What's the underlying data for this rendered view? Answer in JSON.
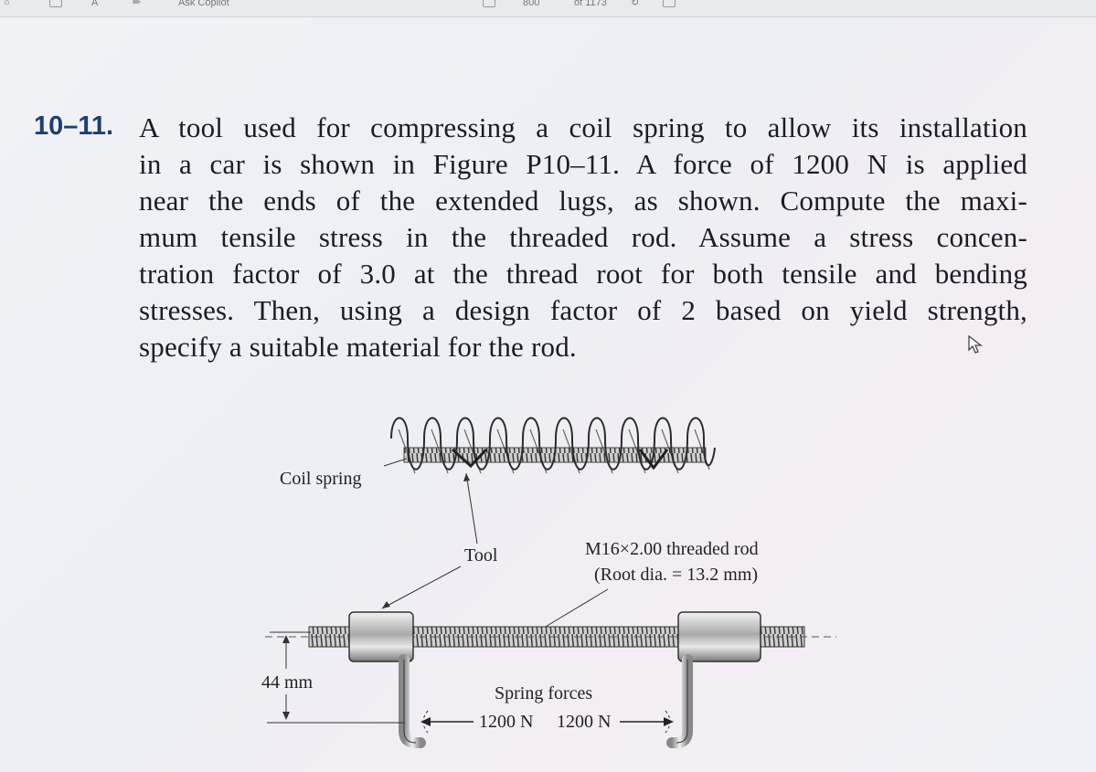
{
  "toolbar": {
    "copilot_label": "Ask Copilot",
    "zoom": "800",
    "page_count": "of 1173"
  },
  "problem": {
    "number": "10–11.",
    "lines": [
      "A tool used for compressing a coil spring to allow its installation",
      "in a car is shown in Figure P10–11. A force of 1200 N is applied",
      "near the ends of the extended lugs, as shown. Compute the maxi-",
      "mum tensile stress in the threaded rod. Assume a stress concen-",
      "tration factor of 3.0 at the thread root for both tensile and bending",
      "stresses. Then, using a design factor of 2 based on yield strength,",
      "specify a suitable material for the rod."
    ]
  },
  "figure": {
    "coil_spring_label": "Coil spring",
    "tool_label": "Tool",
    "rod_label": "M16×2.00 threaded rod",
    "root_dia_label": "(Root dia. = 13.2 mm)",
    "dimension_label": "44 mm",
    "spring_forces_label": "Spring forces",
    "force_left": "1200 N",
    "force_right": "1200 N"
  },
  "colors": {
    "problem_number": "#1f3f6e",
    "text": "#1c1c24",
    "metal_dark": "#3a3a3a",
    "metal_light": "#d9d9d9"
  }
}
